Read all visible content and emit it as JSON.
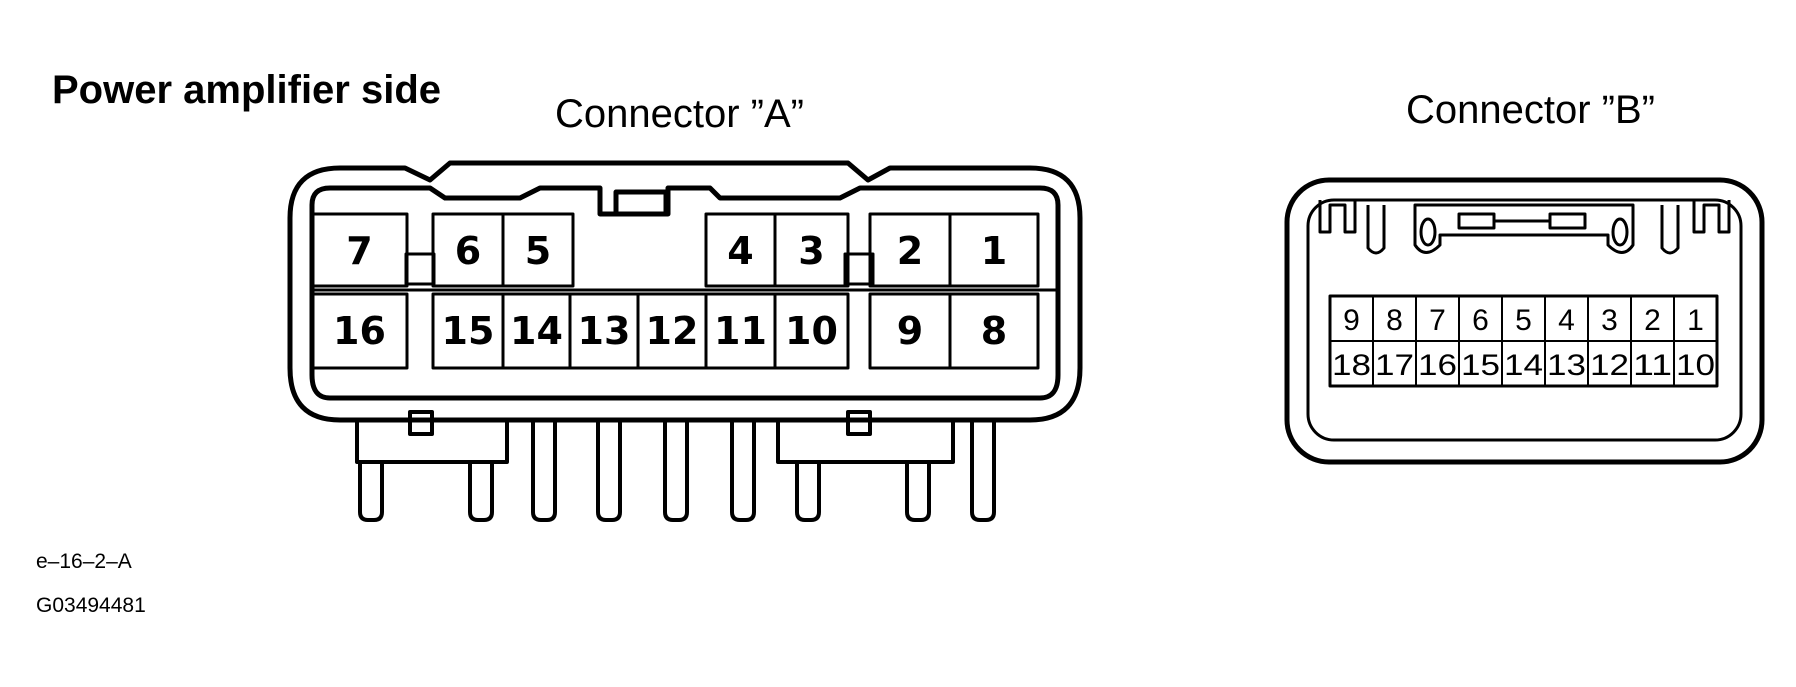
{
  "heading": "Power amplifier side",
  "connector_a": {
    "label": "Connector ”A”",
    "top_row": [
      "7",
      "6",
      "5",
      "4",
      "3",
      "2",
      "1"
    ],
    "bottom_row": [
      "16",
      "15",
      "14",
      "13",
      "12",
      "11",
      "10",
      "9",
      "8"
    ]
  },
  "connector_b": {
    "label": "Connector ”B”",
    "top_row": [
      "9",
      "8",
      "7",
      "6",
      "5",
      "4",
      "3",
      "2",
      "1"
    ],
    "bottom_row": [
      "18",
      "17",
      "16",
      "15",
      "14",
      "13",
      "12",
      "11",
      "10"
    ]
  },
  "footer": {
    "figure_code": "e–16–2–A",
    "graphic_id": "G03494481"
  }
}
